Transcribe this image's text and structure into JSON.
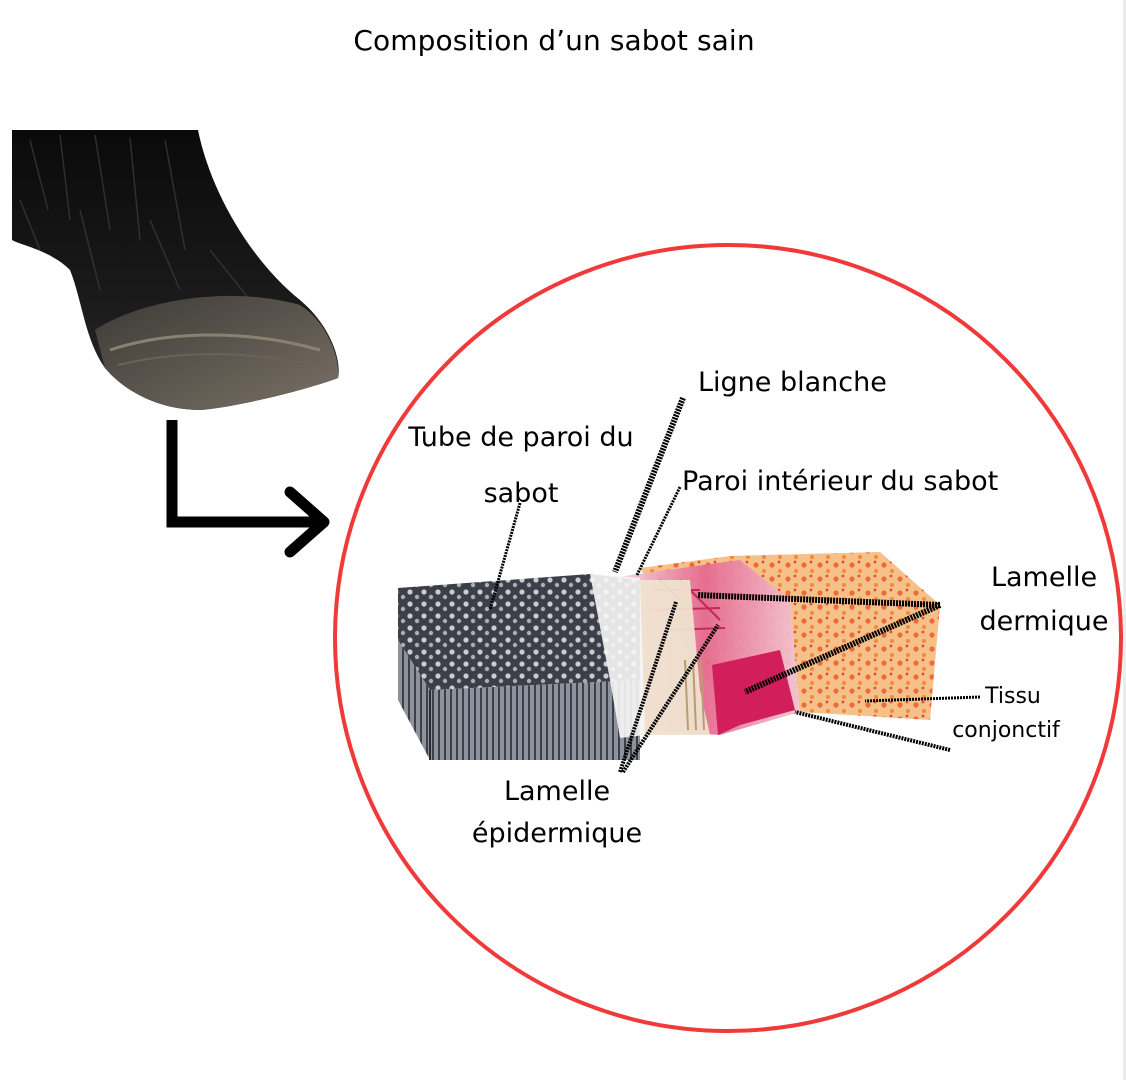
{
  "title": "Composition d’un sabot sain",
  "labels": {
    "ligne_blanche": "Ligne blanche",
    "tube_paroi_line1": "Tube de paroi du",
    "tube_paroi_line2": "sabot",
    "paroi_interieur": "Paroi intérieur du sabot",
    "lamelle_dermique_line1": "Lamelle",
    "lamelle_dermique_line2": "dermique",
    "tissu_line1": "Tissu",
    "tissu_line2": "conjonctif",
    "lamelle_epidermique_line1": "Lamelle",
    "lamelle_epidermique_line2": "épidermique"
  },
  "colors": {
    "circle": "#f03a3a",
    "arrow": "#000000",
    "hoof_wall": "#4a4d55",
    "lamellae_pink": "#d63a6e",
    "connective_tissue": "#f2a25a"
  }
}
